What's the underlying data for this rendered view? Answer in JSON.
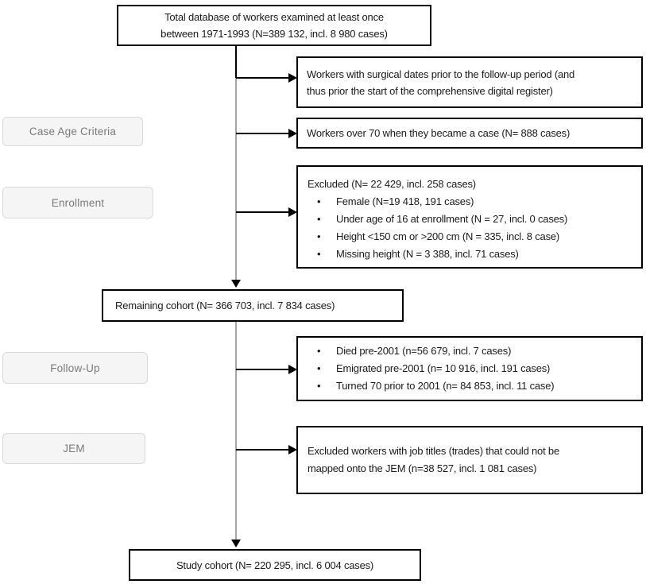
{
  "colors": {
    "box_border": "#000000",
    "box_bg": "#ffffff",
    "text": "#1a1a1a",
    "label_bg": "#f5f5f5",
    "label_border": "#d9d9d9",
    "label_text": "#7a7a7a",
    "connector_gray": "#a6a6a6",
    "connector_black": "#000000"
  },
  "flowchart": {
    "top_box": {
      "lines": [
        "Total database of workers examined at least once",
        "between 1971-1993 (N=389 132, incl. 8 980 cases)"
      ]
    },
    "stage_labels": {
      "case_age": "Case Age Criteria",
      "enrollment": "Enrollment",
      "follow_up": "Follow-Up",
      "jem": "JEM"
    },
    "surgical_box": {
      "lines": [
        "Workers with surgical dates prior to the follow-up period (and",
        "thus prior the start of the comprehensive digital register)"
      ]
    },
    "over70_box": {
      "text": "Workers over 70 when they became a case (N= 888 cases)"
    },
    "excluded_box": {
      "heading": "Excluded (N= 22 429, incl. 258 cases)",
      "bullets": [
        "Female (N=19 418, 191 cases)",
        "Under age of 16 at enrollment (N = 27, incl. 0 cases)",
        "Height <150 cm or >200 cm (N = 335, incl. 8 case)",
        "Missing height (N = 3 388, incl. 71 cases)"
      ]
    },
    "remaining_box": {
      "text": "Remaining cohort (N= 366 703, incl. 7 834 cases)"
    },
    "followup_box": {
      "bullets": [
        "Died pre-2001 (n=56 679, incl. 7 cases)",
        "Emigrated pre-2001 (n= 10 916, incl. 191 cases)",
        "Turned 70 prior to 2001 (n= 84 853, incl. 11 case)"
      ]
    },
    "jem_box": {
      "lines": [
        "Excluded workers with job titles (trades) that could not be",
        "mapped onto the JEM (n=38 527, incl. 1 081 cases)"
      ]
    },
    "study_box": {
      "text": "Study cohort (N= 220 295, incl. 6 004 cases)"
    }
  }
}
